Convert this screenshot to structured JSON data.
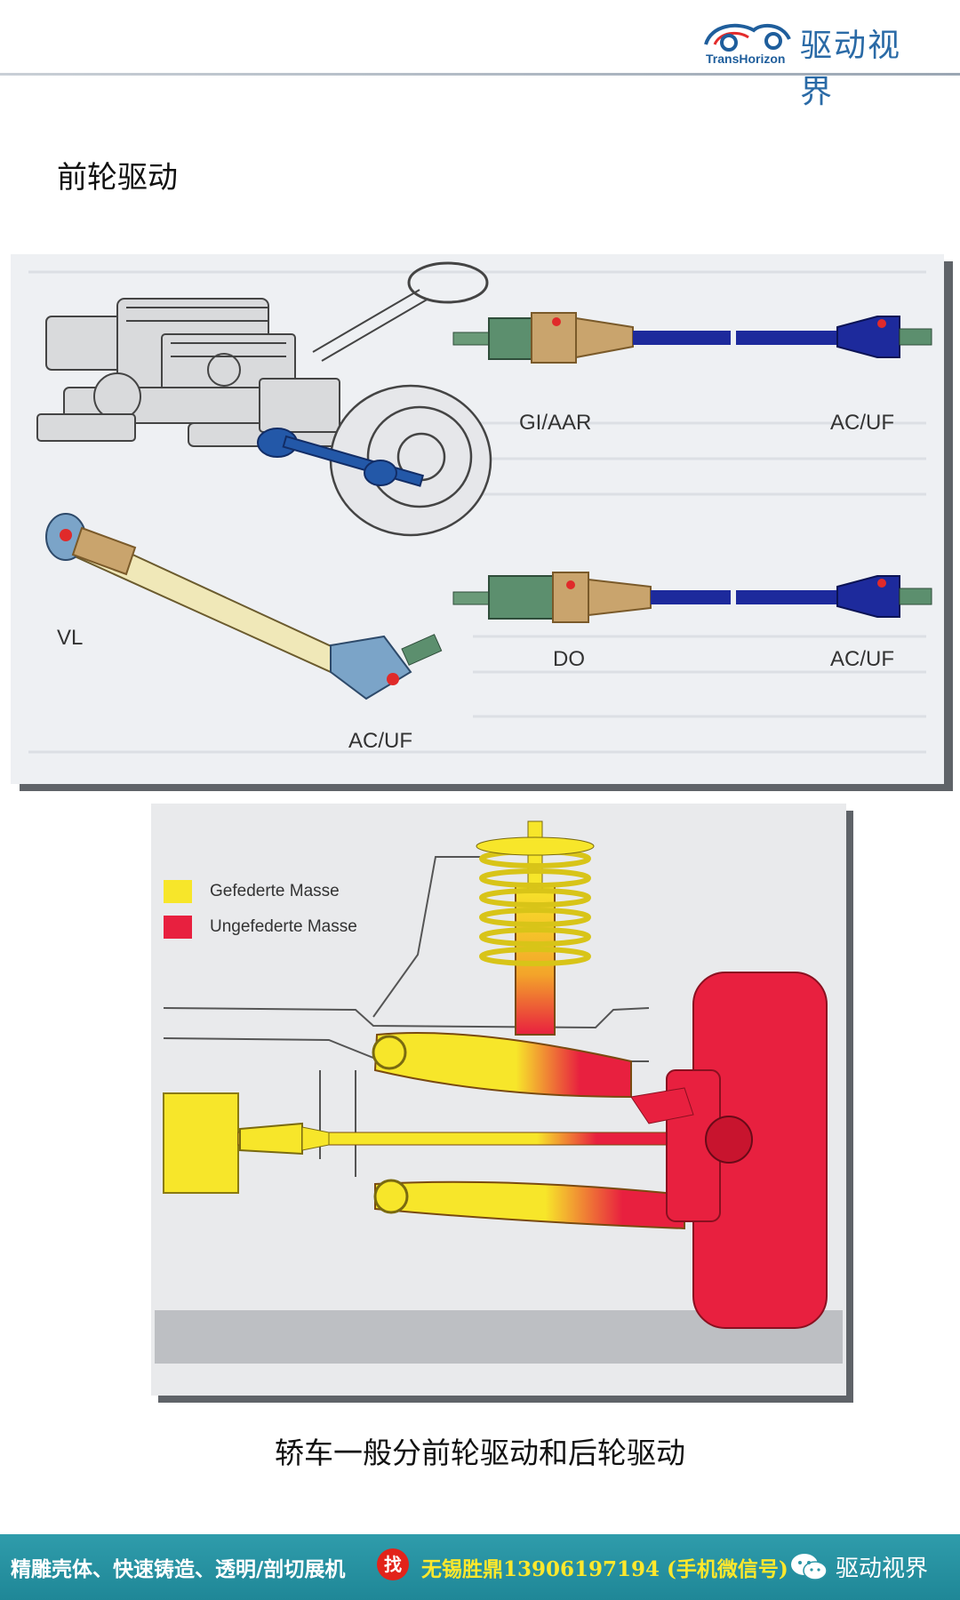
{
  "header": {
    "logo_latin": "TransHorizon",
    "logo_cn": "驱动视界"
  },
  "page_title": "前轮驱动",
  "figure_top": {
    "labels": {
      "shaft1_left": "GI/AAR",
      "shaft1_right": "AC/UF",
      "shaft2_left": "DO",
      "shaft2_right": "AC/UF",
      "long_shaft_left": "VL",
      "long_shaft_right": "AC/UF"
    }
  },
  "figure_bottom": {
    "legend": [
      {
        "label": "Gefederte Masse",
        "color": "#f7e62a"
      },
      {
        "label": "Ungefederte Masse",
        "color": "#e8203f"
      }
    ]
  },
  "caption": "轿车一般分前轮驱动和后轮驱动",
  "footer": {
    "left_text": "精雕壳体、快速铸造、透明/剖切展机",
    "badge": "找",
    "contact": "无锡胜鼎13906197194 (手机微信号)",
    "brand": "驱动视界"
  },
  "colors": {
    "shaft_blue": "#1d2a9c",
    "joint_green": "#5c8f6e",
    "boot_tan": "#c9a46d",
    "footer_teal": "#2a95a5"
  }
}
